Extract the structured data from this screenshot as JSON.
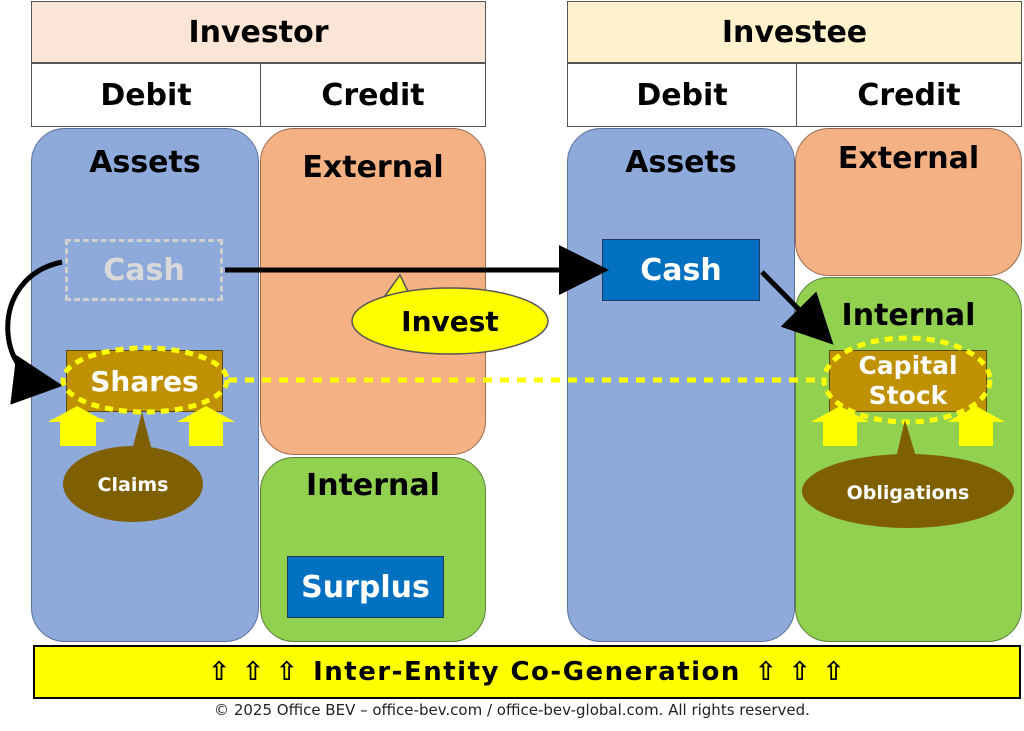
{
  "investor": {
    "title": "Investor",
    "debit": "Debit",
    "credit": "Credit",
    "assets": "Assets",
    "external": "External",
    "internal": "Internal",
    "cash": "Cash",
    "shares": "Shares",
    "claims": "Claims",
    "surplus": "Surplus"
  },
  "investee": {
    "title": "Investee",
    "debit": "Debit",
    "credit": "Credit",
    "assets": "Assets",
    "external": "External",
    "internal": "Internal",
    "cash": "Cash",
    "capital_stock_line1": "Capital",
    "capital_stock_line2": "Stock",
    "obligations": "Obligations"
  },
  "callout": {
    "invest": "Invest"
  },
  "banner": {
    "arrows_left": "⇧ ⇧ ⇧",
    "text": "Inter-Entity Co-Generation",
    "arrows_right": "⇧ ⇧ ⇧"
  },
  "footer": "© 2025 Office BEV – office-bev.com / office-bev-global.com. All rights reserved.",
  "colors": {
    "investor_header": "#fbe5d6",
    "investee_header": "#fff2cc",
    "assets": "#8eaadb",
    "external": "#f4b183",
    "internal": "#92d050",
    "cash_box": "#0070c0",
    "gold": "#bf9000",
    "bubble": "#7f6000",
    "highlight": "#ffff00"
  }
}
